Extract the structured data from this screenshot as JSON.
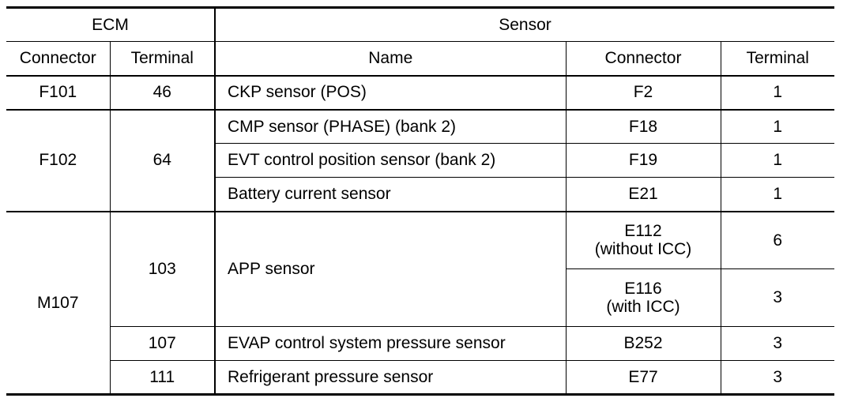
{
  "header": {
    "ecm": "ECM",
    "sensor": "Sensor",
    "ecm_connector": "Connector",
    "ecm_terminal": "Terminal",
    "name": "Name",
    "sensor_connector": "Connector",
    "sensor_terminal": "Terminal"
  },
  "rows": {
    "f101": {
      "connector": "F101",
      "terminal": "46",
      "name": "CKP sensor (POS)",
      "sensor_connector": "F2",
      "sensor_terminal": "1"
    },
    "f102": {
      "connector": "F102",
      "terminal": "64",
      "items": [
        {
          "name": "CMP sensor (PHASE) (bank 2)",
          "sensor_connector": "F18",
          "sensor_terminal": "1"
        },
        {
          "name": "EVT control position sensor (bank 2)",
          "sensor_connector": "F19",
          "sensor_terminal": "1"
        },
        {
          "name": "Battery current sensor",
          "sensor_connector": "E21",
          "sensor_terminal": "1"
        }
      ]
    },
    "m107": {
      "connector": "M107",
      "app": {
        "terminal": "103",
        "name": "APP sensor",
        "variants": [
          {
            "connector": "E112",
            "condition": "(without ICC)",
            "terminal": "6"
          },
          {
            "connector": "E116",
            "condition": "(with ICC)",
            "terminal": "3"
          }
        ]
      },
      "items": [
        {
          "terminal": "107",
          "name": "EVAP control system pressure sensor",
          "sensor_connector": "B252",
          "sensor_terminal": "3"
        },
        {
          "terminal": "111",
          "name": "Refrigerant pressure sensor",
          "sensor_connector": "E77",
          "sensor_terminal": "3"
        }
      ]
    }
  }
}
